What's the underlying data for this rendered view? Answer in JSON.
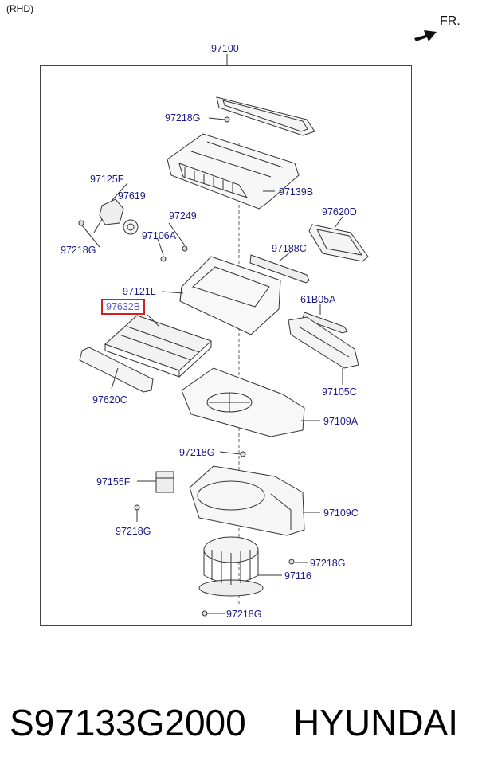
{
  "header": {
    "variant": "(RHD)",
    "direction": "FR."
  },
  "assembly": "97100",
  "callouts": [
    {
      "id": "c-97218g-top",
      "text": "97218G",
      "highlight": false
    },
    {
      "id": "c-97125f",
      "text": "97125F",
      "highlight": false
    },
    {
      "id": "c-97619",
      "text": "97619",
      "highlight": false
    },
    {
      "id": "c-97139b",
      "text": "97139B",
      "highlight": false
    },
    {
      "id": "c-97249",
      "text": "97249",
      "highlight": false
    },
    {
      "id": "c-97620d",
      "text": "97620D",
      "highlight": false
    },
    {
      "id": "c-97106a",
      "text": "97106A",
      "highlight": false
    },
    {
      "id": "c-97218g-left",
      "text": "97218G",
      "highlight": false
    },
    {
      "id": "c-97188c",
      "text": "97188C",
      "highlight": false
    },
    {
      "id": "c-97121l",
      "text": "97121L",
      "highlight": false
    },
    {
      "id": "c-61b05a",
      "text": "61B05A",
      "highlight": false
    },
    {
      "id": "c-97632b",
      "text": "97632B",
      "highlight": true
    },
    {
      "id": "c-97105c",
      "text": "97105C",
      "highlight": false
    },
    {
      "id": "c-97620c",
      "text": "97620C",
      "highlight": false
    },
    {
      "id": "c-97109a",
      "text": "97109A",
      "highlight": false
    },
    {
      "id": "c-97218g-mid",
      "text": "97218G",
      "highlight": false
    },
    {
      "id": "c-97155f",
      "text": "97155F",
      "highlight": false
    },
    {
      "id": "c-97109c",
      "text": "97109C",
      "highlight": false
    },
    {
      "id": "c-97218g-lower",
      "text": "97218G",
      "highlight": false
    },
    {
      "id": "c-97218g-right",
      "text": "97218G",
      "highlight": false
    },
    {
      "id": "c-97116",
      "text": "97116",
      "highlight": false
    },
    {
      "id": "c-97218g-bottom",
      "text": "97218G",
      "highlight": false
    }
  ],
  "footer": {
    "part_number": "S97133G2000",
    "brand": "HYUNDAI"
  },
  "colors": {
    "callout_text": "#1a1a8a",
    "highlight_border": "#d42020",
    "line": "#333333"
  }
}
